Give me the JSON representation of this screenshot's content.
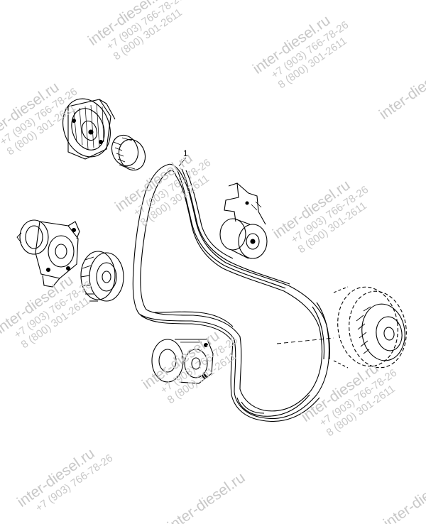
{
  "diagram": {
    "callouts": [
      {
        "id": "part-1",
        "label": "1"
      }
    ]
  },
  "watermark": {
    "site": "inter-diesel.ru",
    "phone_1": "+7 (903) 766-78-26",
    "phone_2": "8 (800) 301-2611"
  },
  "colors": {
    "line": "#000000",
    "watermark": "#c8c8c8"
  }
}
